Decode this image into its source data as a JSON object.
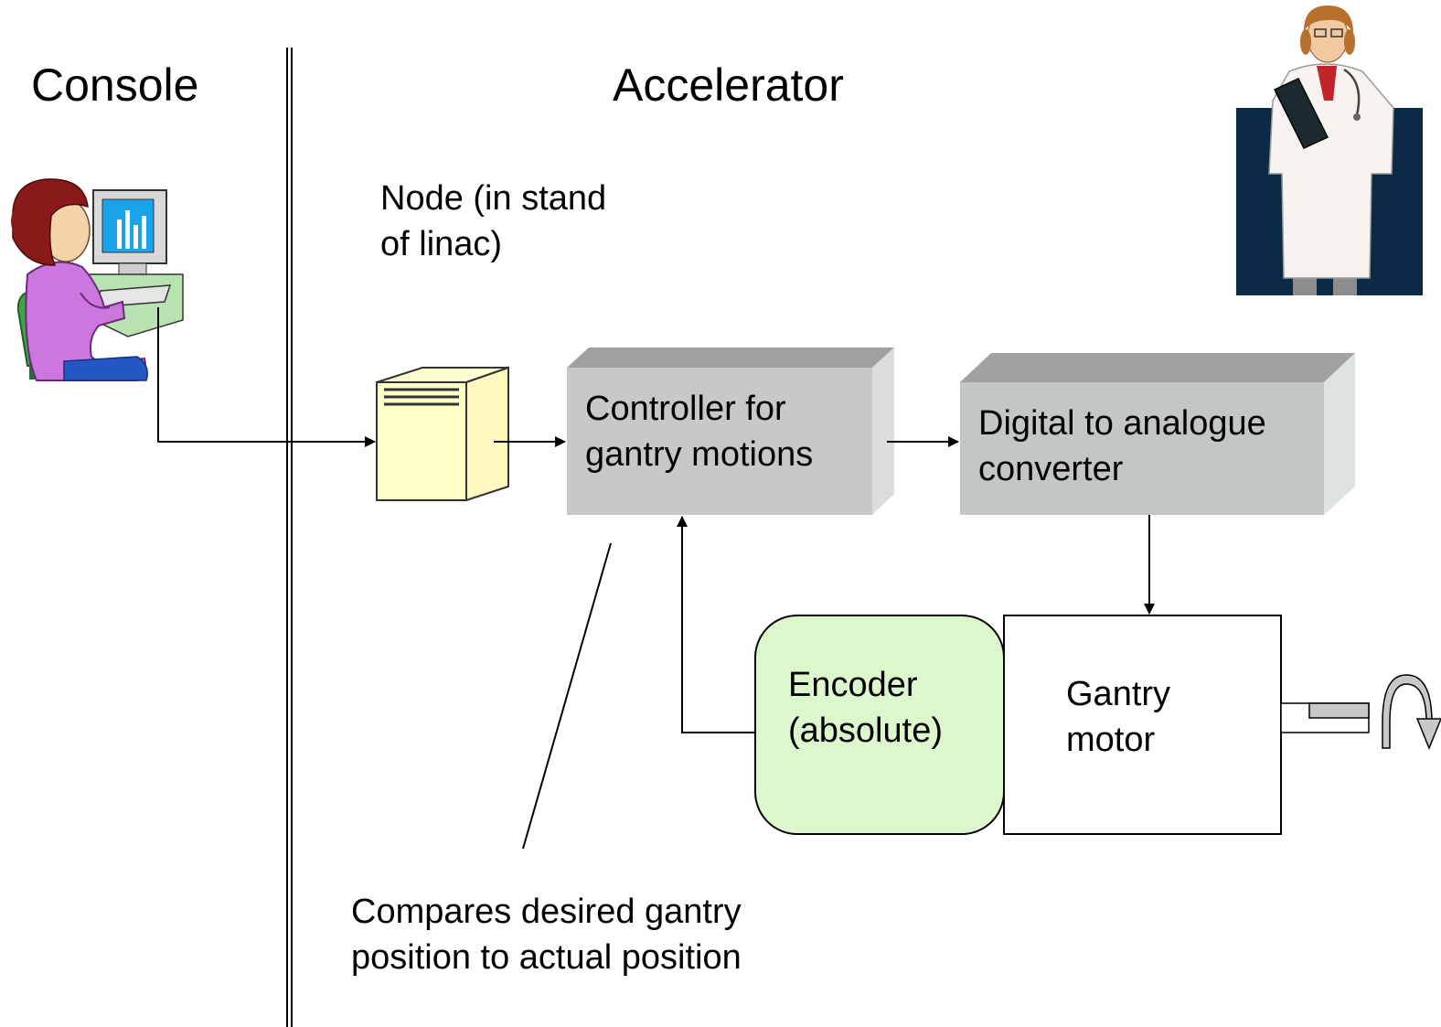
{
  "sections": {
    "left": "Console",
    "right": "Accelerator"
  },
  "node_label": {
    "line1": "Node (in stand",
    "line2": "of linac)"
  },
  "boxes": {
    "controller": {
      "line1": "Controller for",
      "line2": "gantry motions"
    },
    "dac": {
      "line1": "Digital to analogue",
      "line2": "converter"
    },
    "encoder": {
      "line1": "Encoder",
      "line2": "(absolute)"
    },
    "motor": {
      "line1": "Gantry",
      "line2": "motor"
    }
  },
  "annotation": {
    "line1": "Compares desired gantry",
    "line2": "position to actual position"
  },
  "icons": {
    "operator": "operator-at-computer-icon",
    "doctor": "doctor-icon",
    "node": "computer-tower-icon",
    "rotation": "rotation-arrow-icon"
  },
  "colors": {
    "node_fill": "#ffffc8",
    "box_front": "#c8c8c8",
    "box_top": "#a0a0a0",
    "box_side": "#dcdcdc",
    "encoder_fill": "#dcf7cc",
    "doctor_bg": "#0b2a45",
    "operator_shirt": "#cc77dd"
  }
}
